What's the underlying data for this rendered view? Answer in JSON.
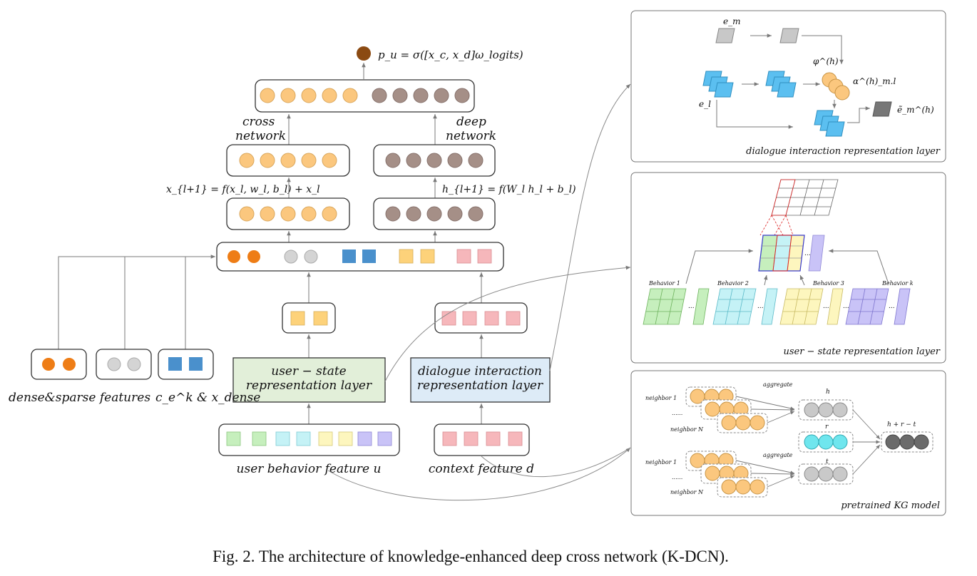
{
  "output": {
    "formula": "p_u = σ([x_c, x_d]ω_logits)"
  },
  "cross_network": {
    "label_line1": "cross",
    "label_line2": "network",
    "formula": "x_{l+1} = f(x_l, w_l, b_l) + x_l"
  },
  "deep_network": {
    "label_line1": "deep",
    "label_line2": "network",
    "formula": "h_{l+1} = f(W_l h_l + b_l)"
  },
  "inputs": {
    "dense_sparse_label": "dense&sparse features",
    "ce_label": "c_e^k & x_dense",
    "user_state_line1": "user − state",
    "user_state_line2": "representation layer",
    "dialogue_line1": "dialogue interaction",
    "dialogue_line2": "representation layer",
    "user_behavior_label": "user behavior feature  u",
    "context_label": "context feature d"
  },
  "panel_dialogue": {
    "caption": "dialogue interaction representation layer",
    "em": "e_m",
    "el": "e_l",
    "phi": "φ^(h)",
    "alpha": "α^(h)_m.l",
    "em_tilde": "ẽ_m^(h)"
  },
  "panel_user_state": {
    "caption": "user − state representation layer",
    "behaviors": [
      "Behavior 1",
      "Behavior 2",
      "Behavior 3",
      "Behavior k"
    ],
    "dots": "..."
  },
  "panel_kg": {
    "caption": "pretrained KG model",
    "neighbor1": "neighbor 1",
    "neighborN": "neighbor N",
    "dots": "......",
    "aggregate": "aggregate",
    "h": "h",
    "r": "r",
    "t": "t",
    "hrt": "h + r − t"
  },
  "caption": "Fig. 2.  The architecture of knowledge-enhanced deep cross network (K-DCN).",
  "colors": {
    "orange_dark": "#ee7d16",
    "yellow_node": "#fbc77e",
    "brown_node": "#a58f87",
    "gray_node": "#d4d4d4",
    "blue_square": "#4a90cc",
    "yellow_square": "#fdd27a",
    "pink_square": "#f6b7bb",
    "green_box": "#e2efd9",
    "blue_box": "#ddebf7",
    "output_node": "#8b4a12",
    "light_blue": "#5bbff0",
    "cyan_node": "#6fe6ee"
  }
}
